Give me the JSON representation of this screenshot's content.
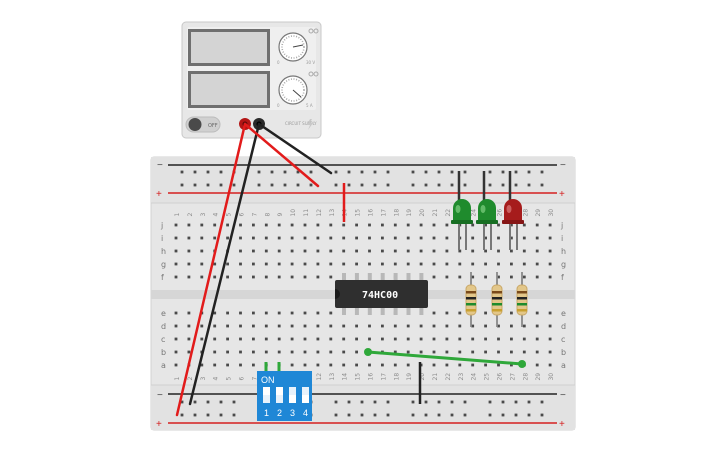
{
  "power_supply": {
    "off_label": "OFF",
    "brand_text": "CIRCUIT SUPPLY",
    "knob1_min": "0",
    "knob1_max": "30 V",
    "knob2_min": "0",
    "knob2_max": "5 A"
  },
  "breadboard": {
    "column_numbers": [
      "1",
      "2",
      "3",
      "4",
      "5",
      "6",
      "7",
      "8",
      "9",
      "10",
      "11",
      "12",
      "13",
      "14",
      "15",
      "16",
      "17",
      "18",
      "19",
      "20",
      "21",
      "22",
      "23",
      "24",
      "25",
      "26",
      "27",
      "28",
      "29",
      "30"
    ],
    "row_letters_top": [
      "j",
      "i",
      "h",
      "g",
      "f"
    ],
    "row_letters_bottom": [
      "e",
      "d",
      "c",
      "b",
      "a"
    ],
    "rail_minus": "−",
    "rail_plus": "+"
  },
  "chip": {
    "label": "74HC00"
  },
  "dip_switch": {
    "on_label": "ON",
    "numbers": [
      "1",
      "2",
      "3",
      "4"
    ]
  },
  "leds": [
    {
      "color": "green"
    },
    {
      "color": "green"
    },
    {
      "color": "red"
    }
  ],
  "colors": {
    "wire_red": "#e21b1b",
    "wire_black": "#222222",
    "wire_green": "#2fa83a",
    "dip_blue": "#1f87d6",
    "chip_body": "#2f2f2f",
    "board": "#e6e6e6"
  }
}
